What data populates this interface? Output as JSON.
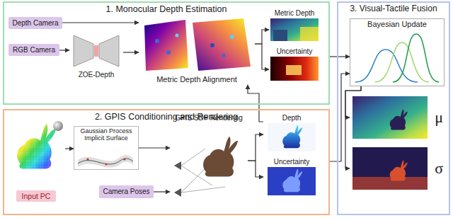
{
  "diagram": {
    "nodes": [
      {
        "text": [
          "1. Monocular Depth Estimation"
        ]
      },
      {
        "text": [
          "Depth Camera"
        ],
        "in": 0
      },
      {
        "text": [
          "RGB Camera"
        ],
        "in": 0
      },
      {
        "text": [
          "ZOE-Depth"
        ],
        "in": 0
      },
      {
        "text": [
          "Metric Depth Alignment"
        ],
        "in": 0
      },
      {
        "text": [
          "Metric Depth"
        ],
        "in": 0
      },
      {
        "text": [
          "Uncertainty"
        ],
        "in": 0
      },
      {
        "text": [
          "2. GPIS Conditioning and Rendering"
        ]
      },
      {
        "text": [
          "Input PC"
        ],
        "in": 7
      },
      {
        "text": [
          "Gaussian Process Implicit Surface"
        ],
        "in": 7
      },
      {
        "text": [
          "Camera Poses"
        ],
        "in": 7
      },
      {
        "text": [
          "GPIS SDF Rendering"
        ],
        "in": 7
      },
      {
        "text": [
          "Depth"
        ],
        "in": 7
      },
      {
        "text": [
          "Uncertainty"
        ],
        "in": 7
      },
      {
        "text": [
          "3. Visual-Tactile Fusion"
        ]
      },
      {
        "text": [
          "Bayesian Update"
        ],
        "in": 14
      },
      {
        "text": [
          "μ"
        ],
        "in": 14
      },
      {
        "text": [
          "σ"
        ],
        "in": 14
      }
    ],
    "edges": [
      {
        "from": 1,
        "to": 4,
        "arrow": "to"
      },
      {
        "from": 2,
        "to": 3,
        "arrow": "to"
      },
      {
        "from": 3,
        "to": 4,
        "arrow": "to"
      },
      {
        "from": 4,
        "to": 5,
        "arrow": "to"
      },
      {
        "from": 4,
        "to": 6,
        "arrow": "to"
      },
      {
        "from": 8,
        "to": 9,
        "arrow": "to"
      },
      {
        "from": 9,
        "to": 11,
        "arrow": "to"
      },
      {
        "from": 10,
        "to": 11,
        "arrow": "to"
      },
      {
        "from": 11,
        "to": 12,
        "arrow": "to"
      },
      {
        "from": 11,
        "to": 13,
        "arrow": "to"
      },
      {
        "from": 12,
        "to": 4,
        "arrow": "to"
      },
      {
        "from": 0,
        "to": 15,
        "arrow": "to"
      },
      {
        "from": 7,
        "to": 15,
        "arrow": "to"
      },
      {
        "from": 15,
        "to": 16,
        "arrow": "to"
      },
      {
        "from": 15,
        "to": 17,
        "arrow": "to"
      }
    ]
  }
}
